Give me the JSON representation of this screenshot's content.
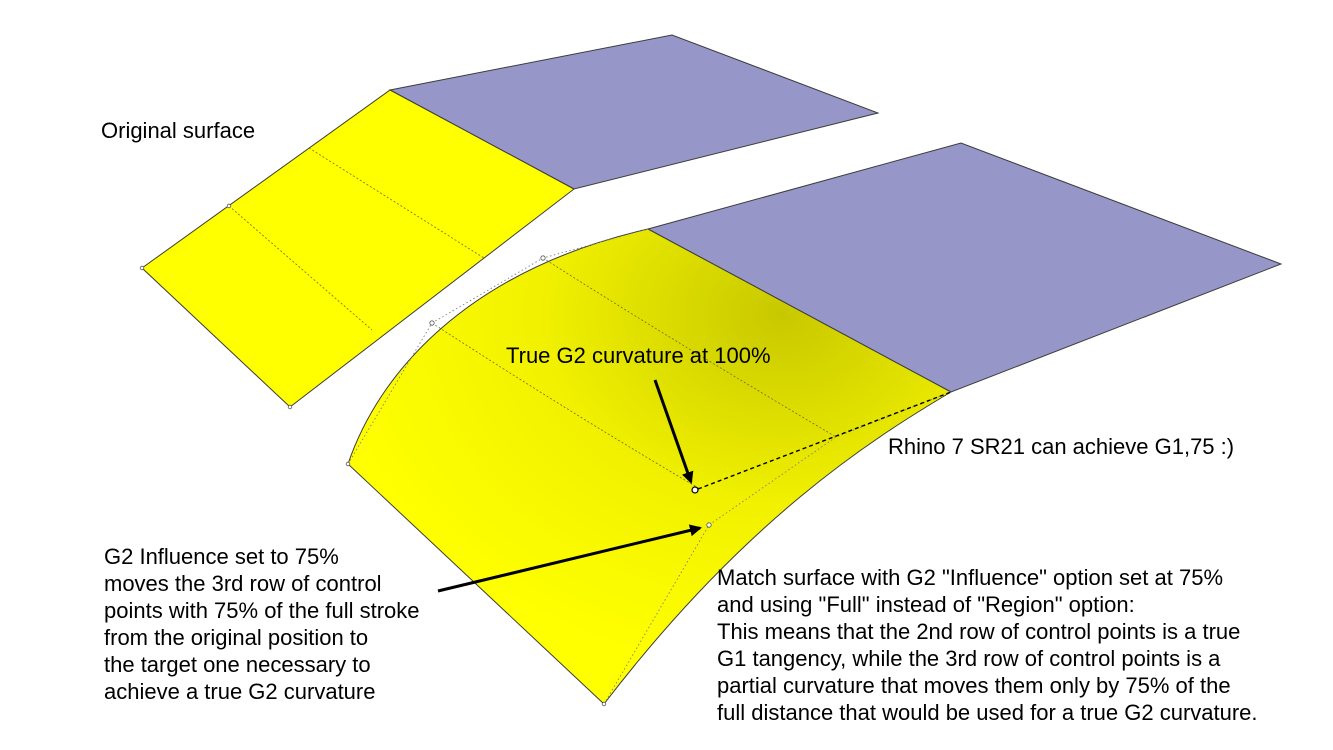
{
  "labels": {
    "original_surface": "Original surface",
    "true_g2": "True G2 curvature at 100%",
    "rhino_note": "Rhino 7 SR21 can achieve G1,75 :)",
    "influence_note": "G2 Influence set to 75%\nmoves the 3rd row of control\npoints with 75% of the full stroke\nfrom the original position to\nthe target one necessary to\nachieve a true G2 curvature",
    "match_note": "Match surface with G2 \"Influence\" option set at 75%\nand using \"Full\" instead of \"Region\" option:\nThis means that the 2nd row of control points is a true\nG1 tangency, while the 3rd row of control points is a\npartial curvature that moves them only by 75% of the\nfull distance that would be used for a true G2 curvature."
  },
  "colors": {
    "yellow_surface": "#ffff00",
    "yellow_shade": "#c8c800",
    "blue_surface": "#9696c8",
    "edge": "#3c3c3c",
    "background": "#ffffff"
  }
}
